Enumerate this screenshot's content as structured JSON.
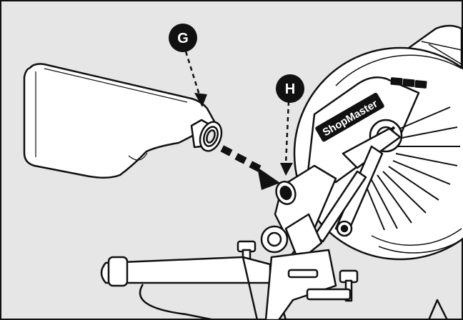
{
  "callouts": {
    "g": {
      "label": "G",
      "target": "oil-bottle-spout"
    },
    "h": {
      "label": "H",
      "target": "gearbox-fill-port"
    }
  },
  "brand": {
    "text": "ShopMaster"
  },
  "colors": {
    "background": "#e6e6e6",
    "outline": "#111111",
    "callout_fill": "#111111",
    "callout_text": "#ffffff",
    "saw_body": "#ffffff"
  }
}
